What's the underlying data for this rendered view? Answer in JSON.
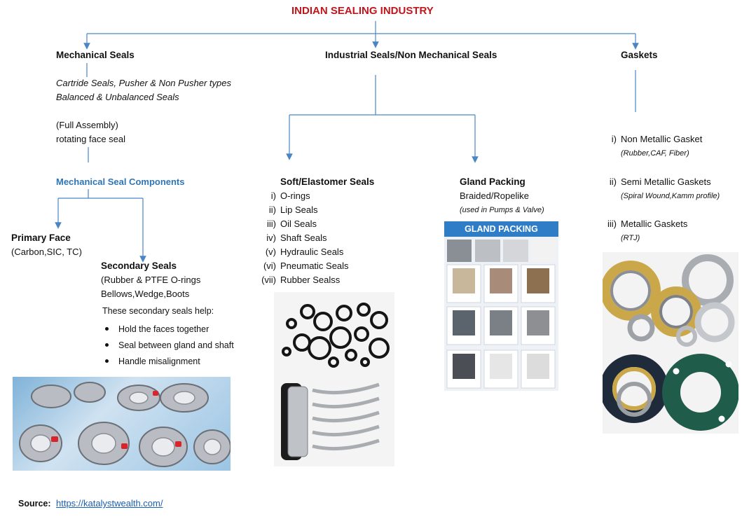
{
  "title": "INDIAN SEALING INDUSTRY",
  "mechanical": {
    "heading": "Mechanical  Seals",
    "desc_line1": "Cartride Seals, Pusher & Non Pusher types",
    "desc_line2": "Balanced & Unbalanced Seals",
    "assembly_line1": "(Full Assembly)",
    "assembly_line2": "rotating face seal",
    "components_heading": "Mechanical Seal Components",
    "primary_face": {
      "heading": "Primary Face",
      "detail": "(Carbon,SIC, TC)"
    },
    "secondary": {
      "heading": "Secondary Seals",
      "line1": "(Rubber & PTFE  O-rings",
      "line2": "Bellows,Wedge,Boots",
      "help_intro": "These secondary seals help:",
      "bullets": [
        "Hold the faces together",
        "Seal between gland and shaft",
        "Handle misalignment"
      ]
    }
  },
  "industrial": {
    "heading": "Industrial Seals/Non Mechanical Seals",
    "soft": {
      "heading": "Soft/Elastomer Seals",
      "items": [
        {
          "num": "i)",
          "label": "O-rings"
        },
        {
          "num": "ii)",
          "label": "Lip Seals"
        },
        {
          "num": "iii)",
          "label": "Oil Seals"
        },
        {
          "num": "iv)",
          "label": "Shaft Seals"
        },
        {
          "num": "(v)",
          "label": "Hydraulic Seals"
        },
        {
          "num": "(vi)",
          "label": "Pneumatic Seals"
        },
        {
          "num": "(vii)",
          "label": "Rubber Sealss"
        }
      ]
    },
    "gland": {
      "heading": "Gland Packing",
      "line1": "Braided/Ropelike",
      "note": "(used in Pumps & Valve)",
      "banner": "GLAND PACKING"
    }
  },
  "gaskets": {
    "heading": "Gaskets",
    "items": [
      {
        "num": "i)",
        "label": "Non Metallic  Gasket",
        "sub": "(Rubber,CAF, Fiber)"
      },
      {
        "num": "ii)",
        "label": "Semi  Metallic  Gaskets",
        "sub": "(Spiral Wound,Kamm profile)"
      },
      {
        "num": "iii)",
        "label": "Metallic Gaskets",
        "sub": "(RTJ)"
      }
    ]
  },
  "source": {
    "label": "Source:",
    "url": "https://katalystwealth.com/"
  },
  "colors": {
    "title": "#c0151b",
    "connector": "#2e75b6",
    "components_heading": "#2e75b6",
    "link": "#1a5fb4"
  }
}
